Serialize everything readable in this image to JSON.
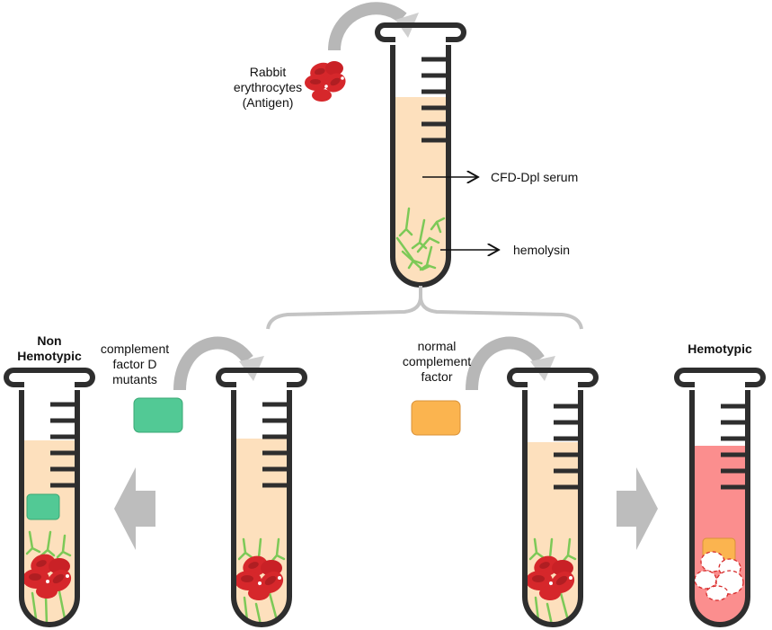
{
  "colors": {
    "tube_outline": "#2e2e2e",
    "serum": "#fde0bd",
    "lysed": "#fb8e8e",
    "antibody": "#7cc957",
    "rbc": "#d6272b",
    "rbc_dark": "#b01e22",
    "arrow_gray": "#bdbdbd",
    "factor_d_mutant": "#52c995",
    "normal_factor": "#fbb44f",
    "brace": "#c4c4c4"
  },
  "top": {
    "antigen_label": [
      "Rabbit",
      "erythrocytes",
      "(Antigen)"
    ],
    "serum_label": "CFD-Dpl serum",
    "hemolysin_label": "hemolysin"
  },
  "left_branch": {
    "reagent_label": [
      "complement",
      "factor D",
      "mutants"
    ],
    "result_label": [
      "Non",
      "Hemotypic"
    ]
  },
  "right_branch": {
    "reagent_label": [
      "normal",
      "complement",
      "factor"
    ],
    "result_label": "Hemotypic"
  }
}
